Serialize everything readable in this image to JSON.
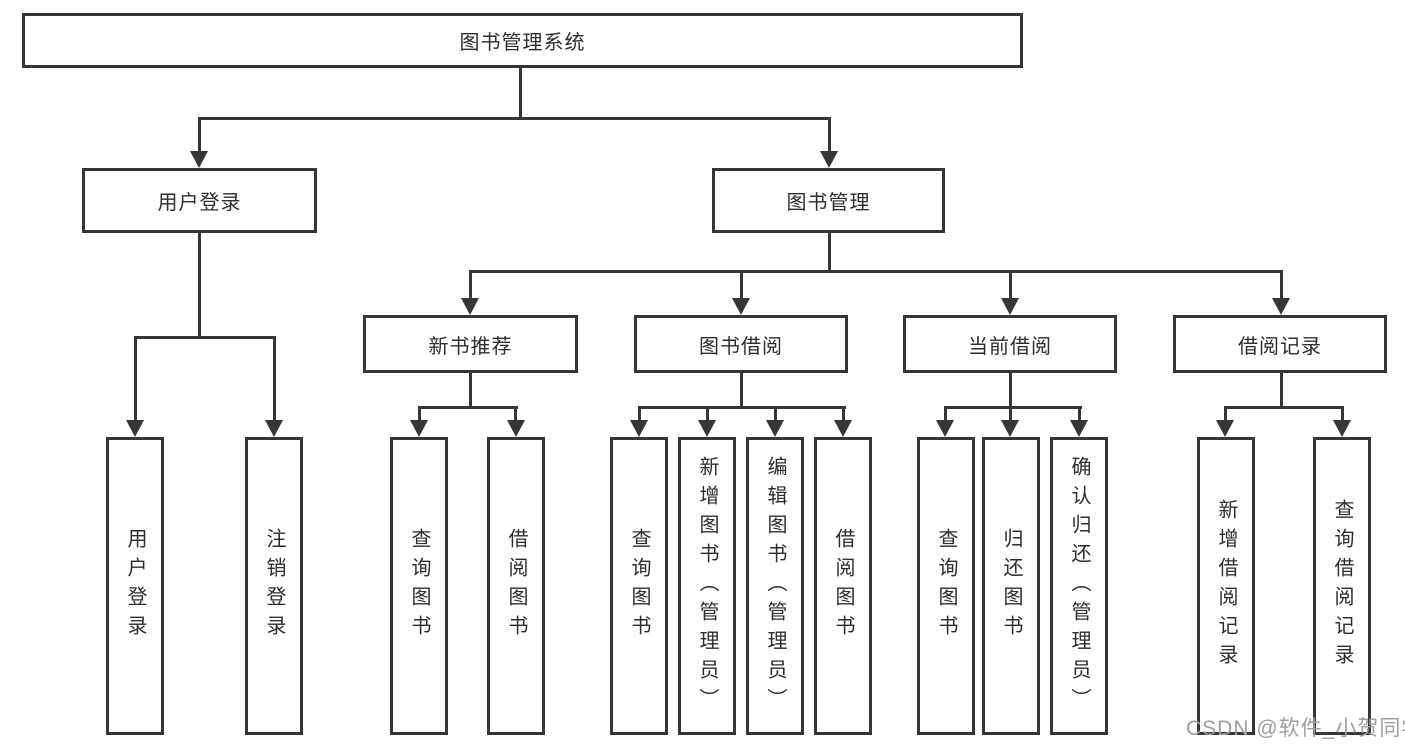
{
  "diagram": {
    "root": {
      "label": "图书管理系统"
    },
    "level2": [
      {
        "label": "用户登录"
      },
      {
        "label": "图书管理"
      }
    ],
    "level3": [
      {
        "label": "新书推荐"
      },
      {
        "label": "图书借阅"
      },
      {
        "label": "当前借阅"
      },
      {
        "label": "借阅记录"
      }
    ],
    "leaves": {
      "user_login": [
        "用户登录",
        "注销登录"
      ],
      "new_book": [
        "查询图书",
        "借阅图书"
      ],
      "book_borrow": [
        "查询图书",
        "新增图书（管理员）",
        "编辑图书（管理员）",
        "借阅图书"
      ],
      "current_borrow": [
        "查询图书",
        "归还图书",
        "确认归还（管理员）"
      ],
      "borrow_record": [
        "新增借阅记录",
        "查询借阅记录"
      ]
    }
  },
  "watermark": {
    "text": "CSDN @软件_小贺同学"
  },
  "colors": {
    "line": "#363636",
    "text": "#2d2d2d",
    "watermark": "#9e9e9e",
    "background": "#ffffff"
  }
}
